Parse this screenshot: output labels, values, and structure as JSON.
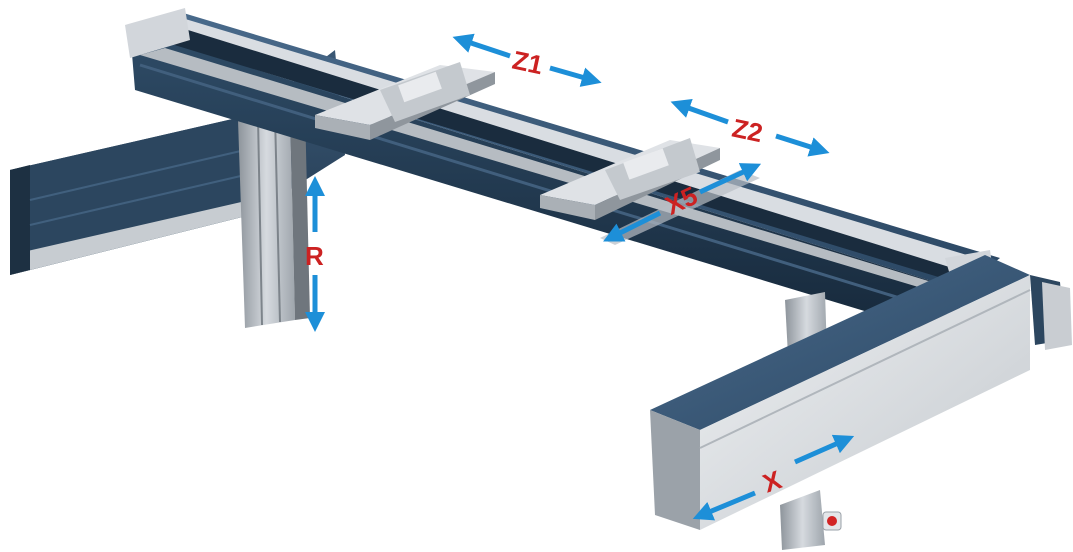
{
  "colors": {
    "background": "#ffffff",
    "beam_dark": "#1f3347",
    "beam_mid": "#2e4b66",
    "beam_top": "#3d5f80",
    "rail_light": "#d9dde2",
    "metal_light": "#c9cdd2",
    "metal_mid": "#9aa1a8",
    "arrow": "#1d8fd8",
    "label": "#cc2222",
    "highlight_band": "#b8bec5"
  },
  "icons": {
    "arrow_head": "arrowhead-icon",
    "stop_button": "emergency-stop-icon"
  },
  "axes": [
    {
      "id": "z1",
      "label": "Z1"
    },
    {
      "id": "z2",
      "label": "Z2"
    },
    {
      "id": "x5",
      "label": "X5"
    },
    {
      "id": "r",
      "label": "R"
    },
    {
      "id": "x",
      "label": "X"
    }
  ]
}
